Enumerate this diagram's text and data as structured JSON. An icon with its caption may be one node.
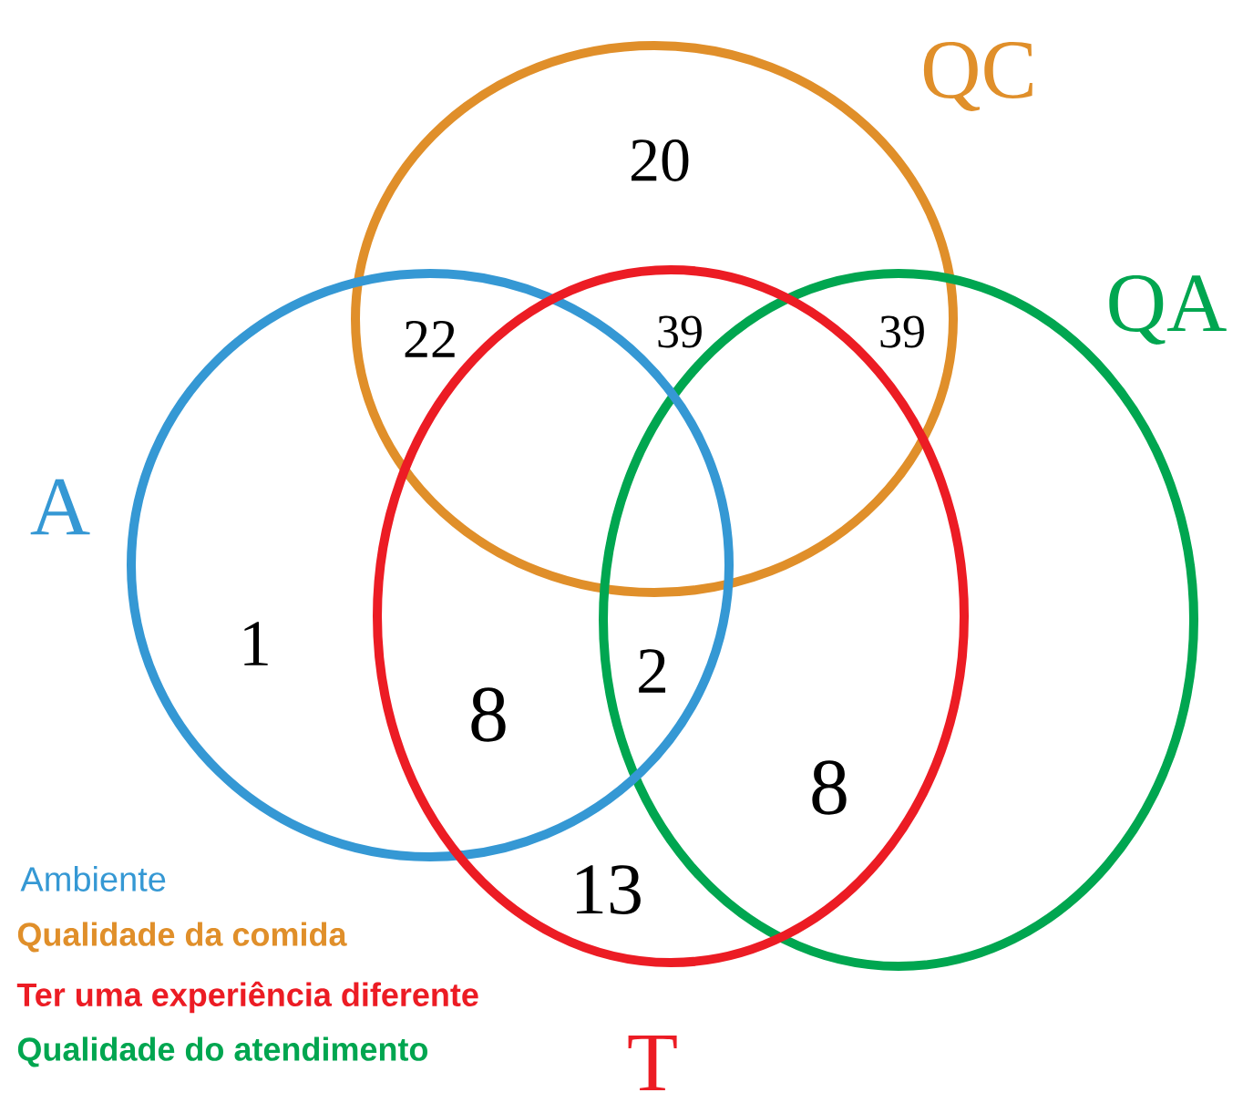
{
  "diagram": {
    "nodes": [
      {
        "text": [
          "QC"
        ]
      },
      {
        "text": [
          "QA"
        ]
      },
      {
        "text": [
          "A"
        ]
      },
      {
        "text": [
          "T"
        ]
      }
    ],
    "labels": [
      "20",
      "22",
      "39",
      "39",
      "1",
      "8",
      "2",
      "8",
      "13"
    ],
    "legend": [
      {
        "text": "Ambiente",
        "color": "#3598d4"
      },
      {
        "text": "Qualidade da comida",
        "color": "#e08f2a"
      },
      {
        "text": "Ter uma experiência diferente",
        "color": "#ec1c24"
      },
      {
        "text": "Qualidade do atendimento",
        "color": "#00a650"
      }
    ]
  }
}
